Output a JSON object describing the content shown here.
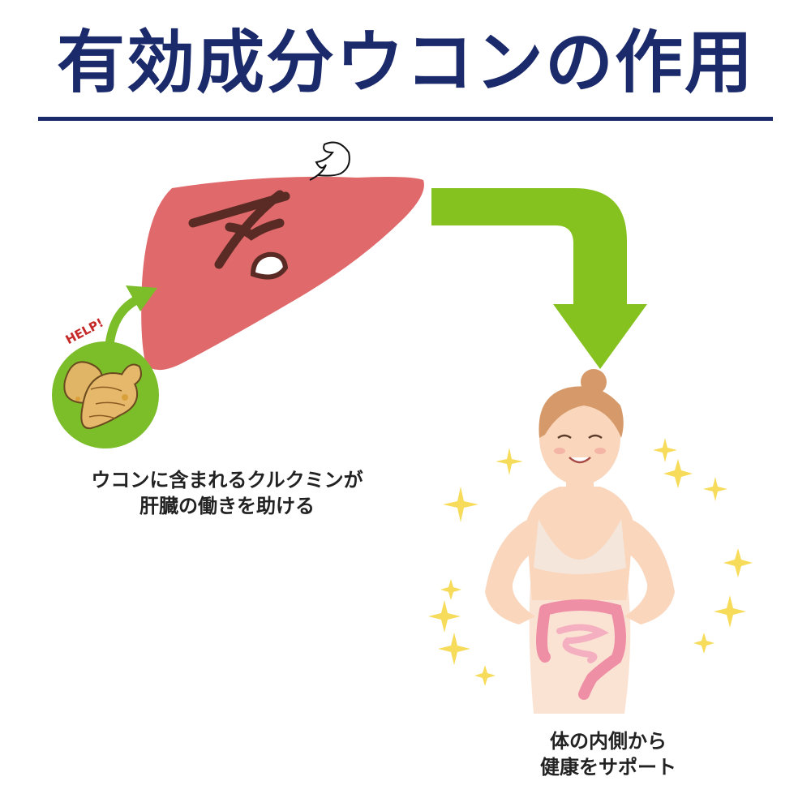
{
  "title": "有効成分ウコンの作用",
  "help_label": "HELP!",
  "caption_left": [
    "ウコンに含まれるクルクミンが",
    "肝臓の働きを助ける"
  ],
  "caption_right": [
    "体の内側から",
    "健康をサポート"
  ],
  "colors": {
    "title": "#1b2a6b",
    "liver": "#e0696b",
    "arrow": "#86c21f",
    "turmeric_circle": "#7cbd2a",
    "skin": "#f9d6bc",
    "hair": "#d69a6a",
    "intestine": "#ef8fa6",
    "sparkle": "#f6dc5a"
  },
  "icons": [
    "liver-icon",
    "turmeric-icon",
    "woman-icon",
    "intestine-icon",
    "sparkle-icon",
    "curved-arrow-icon"
  ]
}
